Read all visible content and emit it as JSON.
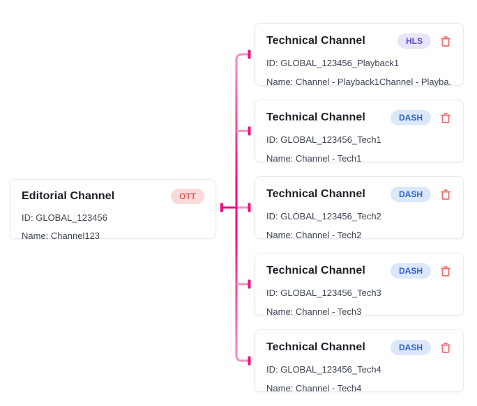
{
  "colors": {
    "edge_dark": "#ee0f7e",
    "edge_light": "#f78fc0",
    "card_border": "#e8eaee",
    "title_text": "#1b1e24",
    "body_text": "#3d4452",
    "hls_bg": "#e8e4fa",
    "hls_text": "#5b4bd2",
    "dash_bg": "#dbe7fa",
    "dash_text": "#2a63cb",
    "ott_bg": "#fbdada",
    "ott_text": "#dd5b5b",
    "delete_icon": "#ed7272"
  },
  "editorial_card": {
    "title": "Editorial Channel",
    "badge": "OTT",
    "variant": "ott",
    "id": "ID: GLOBAL_123456",
    "name": "Name: Channel123"
  },
  "technical_cards": [
    {
      "title": "Technical Channel",
      "badge": "HLS",
      "variant": "hls",
      "id": "ID: GLOBAL_123456_Playback1",
      "name": "Name: Channel - Playback1Channel - Playba..."
    },
    {
      "title": "Technical Channel",
      "badge": "DASH",
      "variant": "dash",
      "id": "ID: GLOBAL_123456_Tech1",
      "name": "Name: Channel - Tech1"
    },
    {
      "title": "Technical Channel",
      "badge": "DASH",
      "variant": "dash",
      "id": "ID: GLOBAL_123456_Tech2",
      "name": "Name: Channel - Tech2"
    },
    {
      "title": "Technical Channel",
      "badge": "DASH",
      "variant": "dash",
      "id": "ID: GLOBAL_123456_Tech3",
      "name": "Name: Channel - Tech3"
    },
    {
      "title": "Technical Channel",
      "badge": "DASH",
      "variant": "dash",
      "id": "ID: GLOBAL_123456_Tech4",
      "name": "Name: Channel - Tech4"
    }
  ]
}
